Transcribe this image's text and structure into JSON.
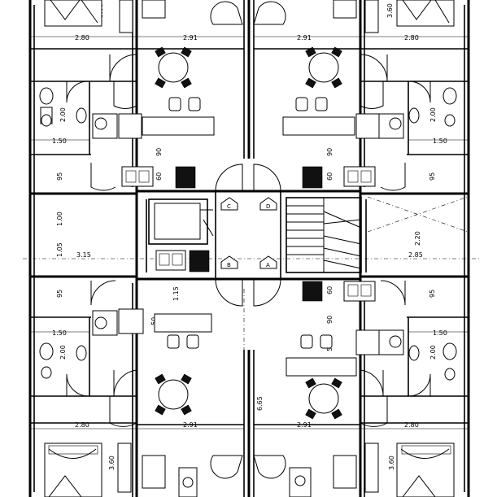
{
  "dimensions": {
    "d280": "2.80",
    "d291": "2.91",
    "d360": "3.60",
    "d200": "2.00",
    "d150": "1.50",
    "d50": "50",
    "d90": "90",
    "d60": "60",
    "d95": "95",
    "d100": "1.00",
    "d105": "1.05",
    "d315": "3.15",
    "d285": "2.85",
    "d220": "2.20",
    "d115": "1.15",
    "d665": "6.65"
  },
  "markers": {
    "a": "A",
    "b": "B",
    "c": "C",
    "d": "D"
  }
}
